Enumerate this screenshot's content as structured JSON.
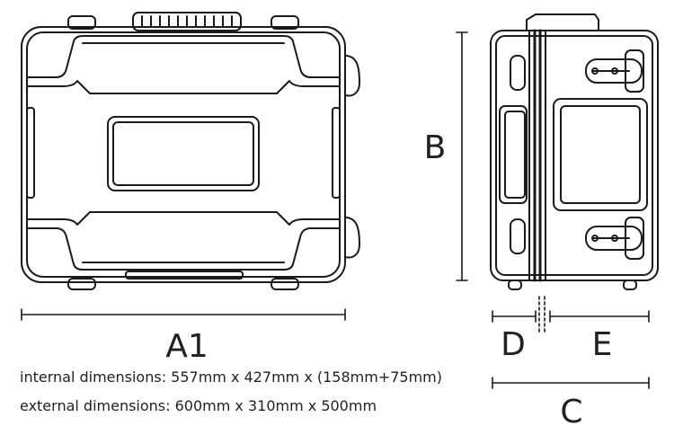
{
  "labels": {
    "a1": "A1",
    "b": "B",
    "c": "C",
    "d": "D",
    "e": "E"
  },
  "notes": {
    "internal": "internal dimensions: 557mm x 427mm x (158mm+75mm)",
    "external": "external dimensions: 600mm x 310mm x 500mm"
  },
  "colors": {
    "line": "#1a1a1a",
    "background": "#ffffff"
  }
}
